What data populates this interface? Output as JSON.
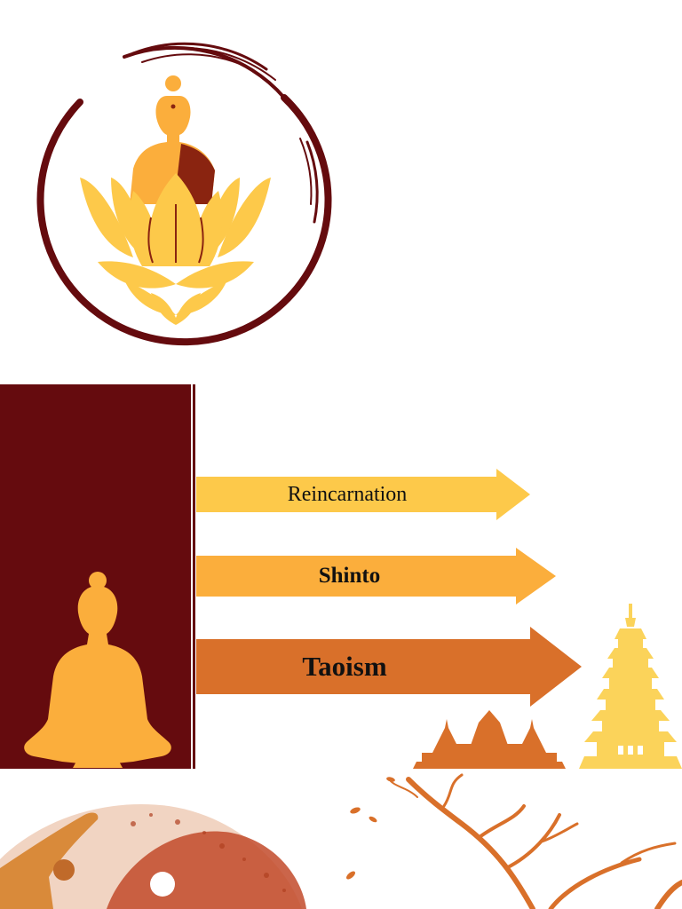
{
  "colors": {
    "maroon": "#650b0e",
    "yellow": "#fdc94a",
    "amber": "#fbae3c",
    "orange": "#d9702a",
    "pale_yellow": "#fbd35a",
    "robe": "#8a2410"
  },
  "icons": {
    "logo": "buddha-lotus-icon",
    "seated_buddha": "seated-buddha-icon",
    "temple": "temple-icon",
    "pagoda": "pagoda-icon",
    "meditation": "meditation-illustration",
    "tree": "bare-tree-branch"
  },
  "arrows": [
    {
      "label": "Reincarnation"
    },
    {
      "label": "Shinto"
    },
    {
      "label": "Taoism"
    }
  ]
}
